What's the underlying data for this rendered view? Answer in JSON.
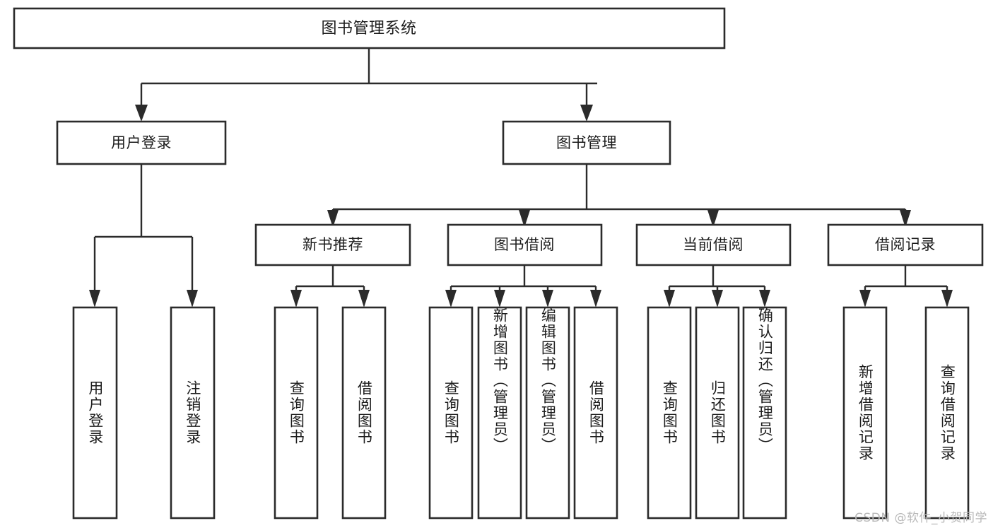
{
  "diagram": {
    "type": "tree",
    "orientation": "top-down",
    "title": "图书管理系统",
    "watermark": "CSDN @软件_小贺同学",
    "colors": {
      "background": "#ffffff",
      "box_stroke": "#2b2b2b",
      "box_fill": "#ffffff",
      "connector": "#2b2b2b",
      "text": "#1c1c1c",
      "watermark": "#b9b9b9"
    },
    "root": {
      "id": "root",
      "label": "图书管理系统"
    },
    "level2": [
      {
        "id": "user-login",
        "label": "用户登录"
      },
      {
        "id": "book-manage",
        "label": "图书管理"
      }
    ],
    "level3": [
      {
        "id": "new-book-recommend",
        "label": "新书推荐",
        "parent": "book-manage"
      },
      {
        "id": "book-borrow",
        "label": "图书借阅",
        "parent": "book-manage"
      },
      {
        "id": "current-borrow",
        "label": "当前借阅",
        "parent": "book-manage"
      },
      {
        "id": "borrow-record",
        "label": "借阅记录",
        "parent": "book-manage"
      }
    ],
    "leaves": [
      {
        "id": "leaf-user-login",
        "label": "用户登录",
        "parent": "user-login"
      },
      {
        "id": "leaf-user-logout",
        "label": "注销登录",
        "parent": "user-login"
      },
      {
        "id": "leaf-query-book-1",
        "label": "查询图书",
        "parent": "new-book-recommend"
      },
      {
        "id": "leaf-borrow-book-1",
        "label": "借阅图书",
        "parent": "new-book-recommend"
      },
      {
        "id": "leaf-query-book-2",
        "label": "查询图书",
        "parent": "book-borrow"
      },
      {
        "id": "leaf-add-book",
        "label": "新增图书（管理员）",
        "parent": "book-borrow"
      },
      {
        "id": "leaf-edit-book",
        "label": "编辑图书（管理员）",
        "parent": "book-borrow"
      },
      {
        "id": "leaf-borrow-book-2",
        "label": "借阅图书",
        "parent": "book-borrow"
      },
      {
        "id": "leaf-query-book-3",
        "label": "查询图书",
        "parent": "current-borrow"
      },
      {
        "id": "leaf-return-book",
        "label": "归还图书",
        "parent": "current-borrow"
      },
      {
        "id": "leaf-confirm-return",
        "label": "确认归还（管理员）",
        "parent": "current-borrow"
      },
      {
        "id": "leaf-add-record",
        "label": "新增借阅记录",
        "parent": "borrow-record"
      },
      {
        "id": "leaf-query-record",
        "label": "查询借阅记录",
        "parent": "borrow-record"
      }
    ]
  }
}
